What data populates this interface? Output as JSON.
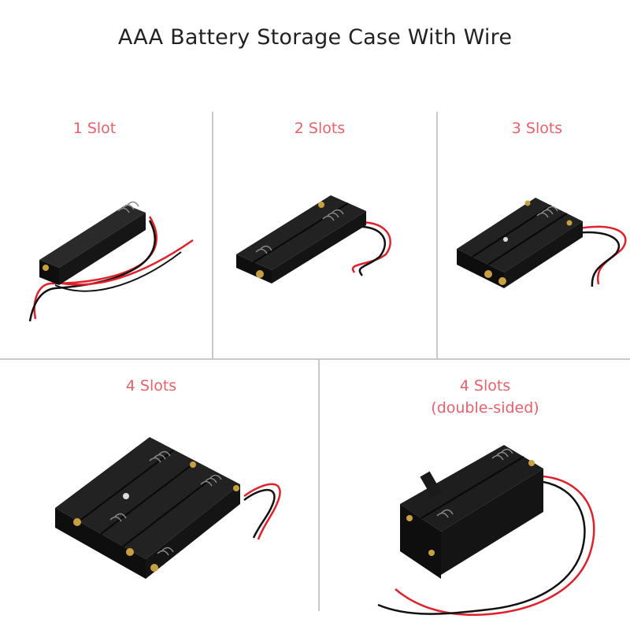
{
  "page": {
    "title": "AAA Battery Storage Case With Wire"
  },
  "colors": {
    "label": "#e8606a",
    "title": "#222222",
    "divider": "#c9c9c9",
    "case_body": "#141414",
    "wire_red": "#e0202a",
    "wire_black": "#111111",
    "contact_gold": "#c9a040"
  },
  "variants": [
    {
      "label": "1 Slot",
      "slots": 1,
      "product_icon": "battery-holder-1-slot"
    },
    {
      "label": "2 Slots",
      "slots": 2,
      "product_icon": "battery-holder-2-slots"
    },
    {
      "label": "3 Slots",
      "slots": 3,
      "product_icon": "battery-holder-3-slots"
    },
    {
      "label": "4 Slots",
      "slots": 4,
      "product_icon": "battery-holder-4-slots"
    },
    {
      "label": "4 Slots",
      "sublabel": "(double-sided)",
      "slots": 4,
      "product_icon": "battery-holder-4-slots-double-sided"
    }
  ]
}
